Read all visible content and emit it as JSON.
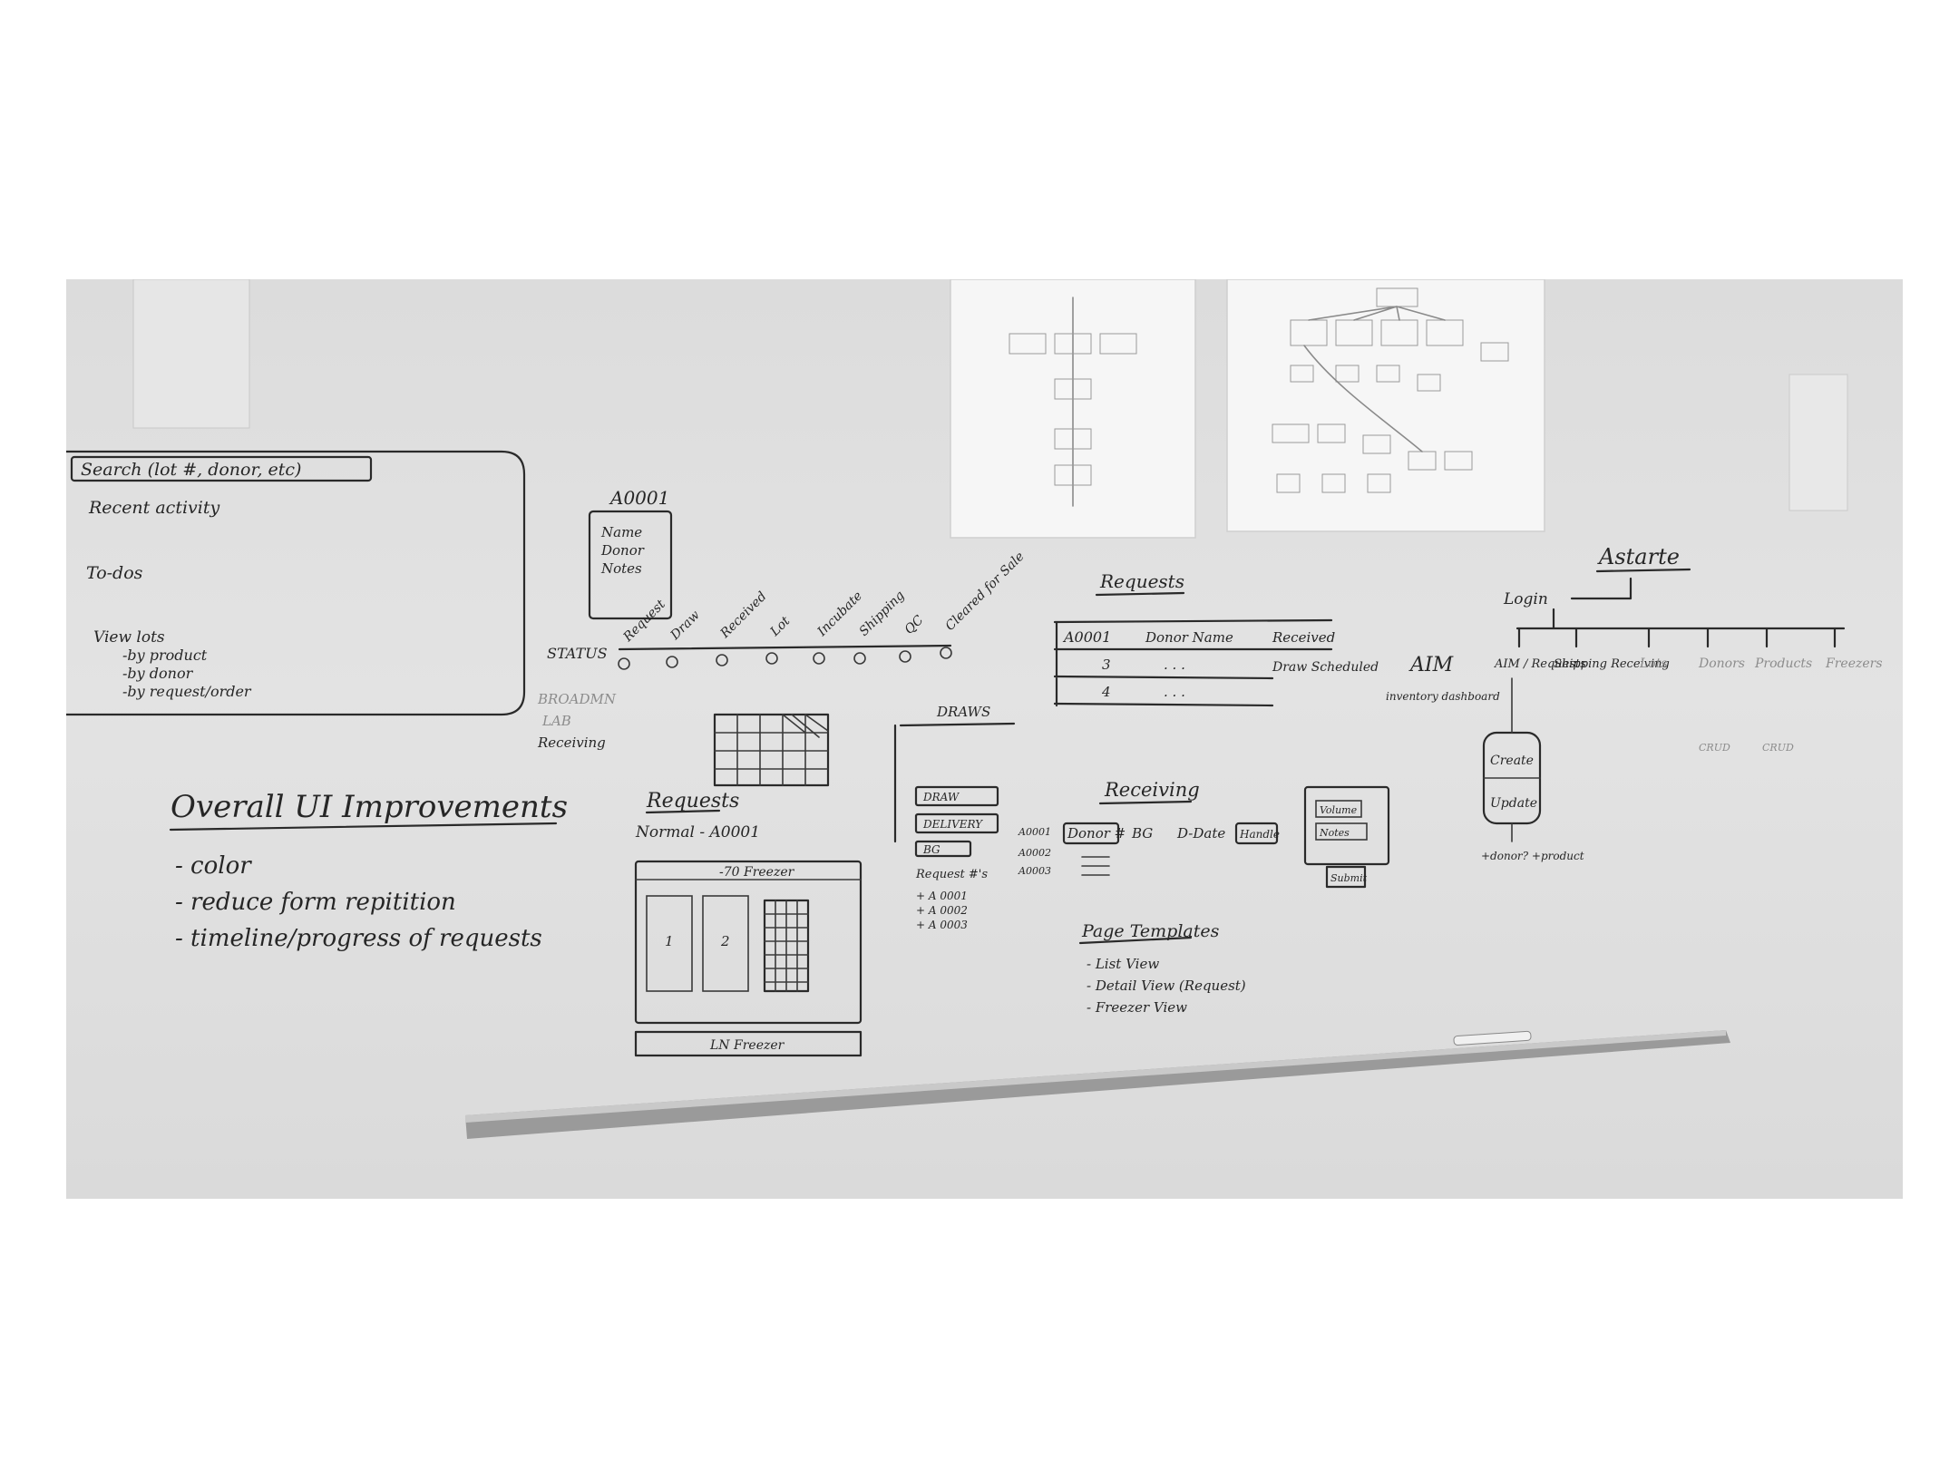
{
  "whiteboard": {
    "home_sketch": {
      "search_label": "Search (lot #, donor, etc)",
      "recent_activity": "Recent activity",
      "todos": "To-dos",
      "view_lots": "View lots",
      "by_product": "-by product",
      "by_donor": "-by donor",
      "by_request": "-by request/order"
    },
    "overall_ui": {
      "title": "Overall UI Improvements",
      "items": [
        "- color",
        "- reduce form repitition",
        "- timeline/progress of requests"
      ]
    },
    "lot_card": {
      "title": "A0001",
      "lines": [
        "Name",
        "Donor",
        "Notes"
      ]
    },
    "status_timeline": {
      "label": "STATUS",
      "stages": [
        "Request",
        "Draw",
        "Received",
        "Lot",
        "Incubate",
        "Shipping",
        "QC",
        "Cleared for Sale"
      ],
      "side_labels": [
        "BROADMN",
        "LAB",
        "Receiving"
      ]
    },
    "requests_sketch": {
      "title": "Requests",
      "subtitle": "Normal - A0001",
      "header": "-70 Freezer",
      "slot_1": "1",
      "slot_2": "2",
      "footer": "LN Freezer"
    },
    "draws": {
      "title": "DRAWS",
      "buttons": [
        "DRAW",
        "DELIVERY",
        "BG"
      ],
      "list_title": "Request #'s",
      "items": [
        "+ A 0001",
        "+ A 0002",
        "+ A 0003"
      ]
    },
    "receiving": {
      "title": "Receiving",
      "columns": [
        "Donor #",
        "BG",
        "D-Date",
        "Handle"
      ],
      "row_labels": [
        "A0001",
        "A0002",
        "A0003"
      ],
      "side_buttons": [
        "Volume",
        "Notes",
        "Submit"
      ]
    },
    "page_templates": {
      "title": "Page Templates",
      "items": [
        "- List View",
        "- Detail View (Request)",
        "- Freezer View"
      ]
    },
    "requests_table": {
      "title": "Requests",
      "rows": [
        [
          "A0001",
          "Donor Name",
          "Received"
        ],
        [
          "3",
          ". . .",
          "Draw Scheduled"
        ],
        [
          "4",
          ". . .",
          ""
        ]
      ]
    },
    "aim": {
      "title": "AIM",
      "subtitle": "inventory dashboard"
    },
    "sitemap": {
      "title": "Astarte",
      "root": "Login",
      "branches": [
        "AIM / Requests",
        "Shipping Receiving",
        "Lots",
        "Donors",
        "Products",
        "Freezers"
      ],
      "sub_actions": [
        "Create",
        "Update"
      ],
      "sub_note": "+donor? +product",
      "donor_sub": "CRUD",
      "products_sub": "CRUD"
    }
  }
}
